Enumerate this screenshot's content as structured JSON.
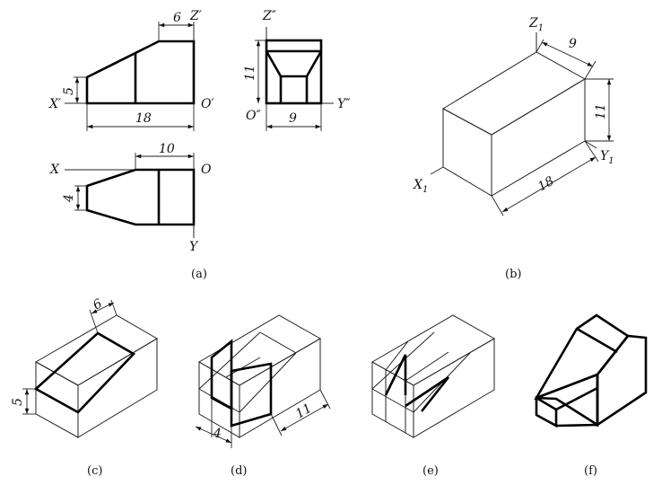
{
  "views": {
    "front": {
      "X": "X′",
      "Z": "Z′",
      "O": "O′",
      "d6": "6",
      "d5": "5",
      "d18": "18"
    },
    "side": {
      "Z": "Z″",
      "O": "O″",
      "Y": "Y″",
      "d11": "11",
      "d9": "9"
    },
    "top": {
      "X": "X",
      "O": "O",
      "Y": "Y",
      "d10": "10",
      "d4": "4"
    }
  },
  "box": {
    "Z": "Z",
    "Z_sub": "1",
    "X": "X",
    "X_sub": "1",
    "Y": "Y",
    "Y_sub": "1",
    "d9": "9",
    "d11": "11",
    "d18": "18"
  },
  "step_c": {
    "d6": "6",
    "d5": "5"
  },
  "step_d": {
    "d4": "4",
    "d11": "11"
  },
  "captions": {
    "a": "(a)",
    "b": "(b)",
    "c": "(c)",
    "d": "(d)",
    "e": "(e)",
    "f": "(f)"
  }
}
